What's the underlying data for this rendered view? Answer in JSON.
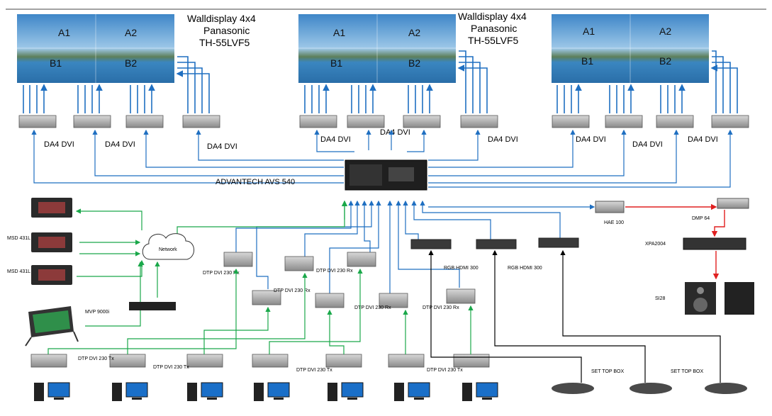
{
  "walls": [
    {
      "title_lines": [
        "Walldisplay 4x4",
        "Panasonic",
        "TH-55LVF5"
      ],
      "cells": [
        "A1",
        "A2",
        "B1",
        "B2"
      ]
    },
    {
      "title_lines": [
        "Walldisplay 4x4",
        "Panasonic",
        "TH-55LVF5"
      ],
      "cells": [
        "A1",
        "A2",
        "B1",
        "B2"
      ]
    },
    {
      "title_lines": [],
      "cells": [
        "A1",
        "A2",
        "B1",
        "B2"
      ]
    }
  ],
  "da_label": "DA4 DVI",
  "processor_label": "ADVANTECH AVS 540",
  "network_label": "Network",
  "msd_label": "MSD 431L",
  "mvp_label": "MVP 9000i",
  "rx_label": "DTP DVI 230 Rx",
  "tx_label": "DTP DVI 230 Tx",
  "rgb_label": "RGB HDMI 300",
  "hae_label": "HAE 100",
  "dmp_label": "DMP 64",
  "xpa_label": "XPA2004",
  "si_label": "SI28",
  "stb_label": "SET TOP BOX",
  "colors": {
    "video": "#1f6fc1",
    "control": "#1aa84a",
    "audio": "#e02020",
    "stb": "#000000"
  }
}
